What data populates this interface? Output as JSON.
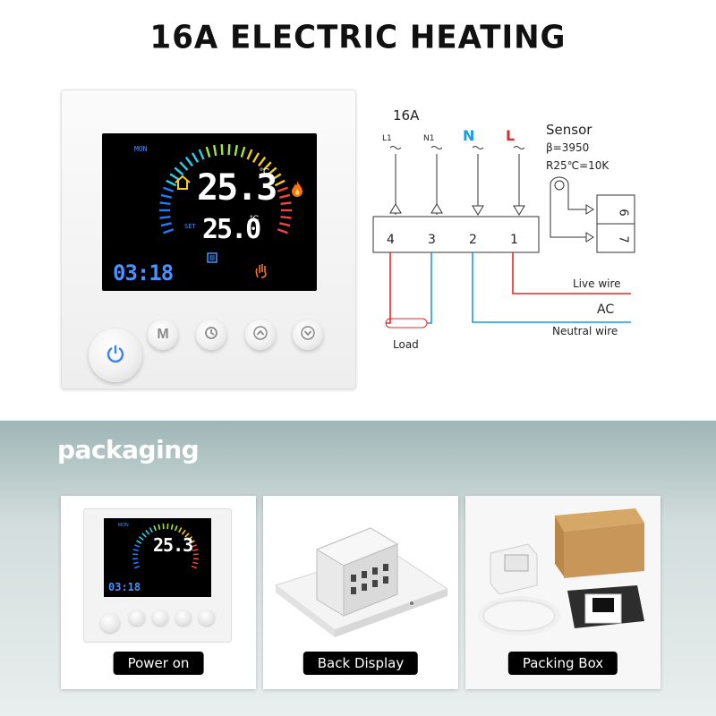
{
  "title": "16A ELECTRIC HEATING",
  "thermostat": {
    "day": "MON",
    "current_temp": "25.3",
    "unit": "°C",
    "set_label": "SET",
    "set_temp": "25.0",
    "time": "03:18",
    "buttons": {
      "mode_label": "M"
    },
    "icons": [
      "home-icon",
      "flame-icon",
      "heat-wave-icon",
      "hand-icon",
      "power-icon",
      "clock-icon",
      "chevron-up-icon",
      "chevron-down-icon"
    ],
    "arc_colors": [
      "#1f7bff",
      "#22d3ee",
      "#a3e635",
      "#facc15",
      "#ef4444"
    ]
  },
  "wiring": {
    "amperage": "16A",
    "l1": "L1",
    "n1": "N1",
    "n": "N",
    "l": "L",
    "sensor_title": "Sensor",
    "sensor_beta": "β=3950",
    "sensor_r25": "R25℃=10K",
    "terminals": [
      "4",
      "3",
      "2",
      "1"
    ],
    "sensor_terminals": [
      "6",
      "7"
    ],
    "load_label": "Load",
    "live_wire_label": "Live wire",
    "ac_label": "AC",
    "neutral_wire_label": "Neutral wire",
    "colors": {
      "live": "#e12b2b",
      "neutral": "#1a9be6"
    }
  },
  "packaging": {
    "heading": "packaging",
    "cards": [
      {
        "label": "Power on"
      },
      {
        "label": "Back Display"
      },
      {
        "label": "Packing Box"
      }
    ]
  }
}
